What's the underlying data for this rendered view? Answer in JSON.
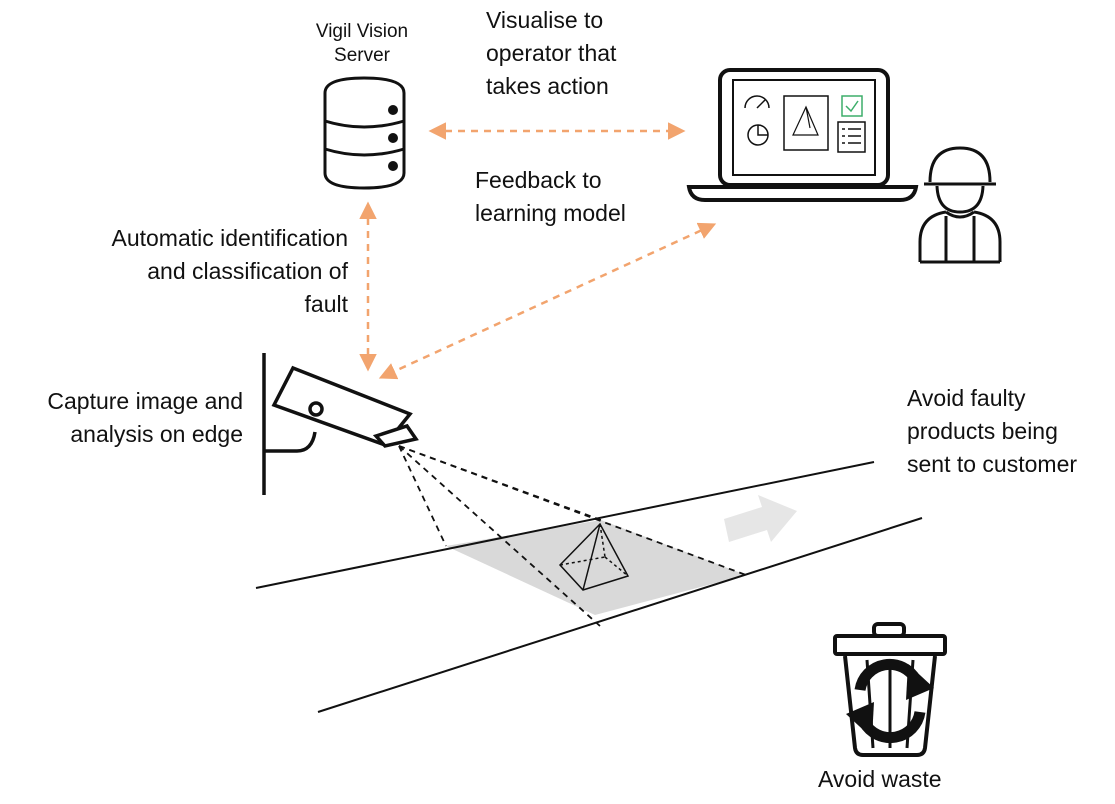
{
  "labels": {
    "server": "Vigil Vision\nServer",
    "visualise": "Visualise to\noperator that\ntakes action",
    "feedback": "Feedback to\nlearning model",
    "automatic": "Automatic identification\nand classification of\nfault",
    "capture": "Capture image and\nanalysis on edge",
    "avoid_faulty": "Avoid faulty\nproducts being\nsent to customer",
    "avoid_waste": "Avoid waste"
  },
  "colors": {
    "arrow": "#F2A46E",
    "stroke": "#111111",
    "scan_area": "#D9D9D9",
    "direction_arrow": "#E6E6E6",
    "check": "#3DAE6A"
  },
  "icons": [
    "database-server-icon",
    "laptop-dashboard-icon",
    "operator-helmet-icon",
    "camera-icon",
    "pyramid-product-icon",
    "direction-arrow-icon",
    "recycle-bin-icon"
  ]
}
